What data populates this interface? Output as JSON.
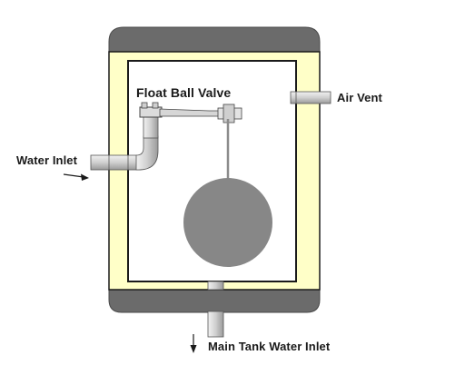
{
  "labels": {
    "float_ball_valve": "Float Ball Valve",
    "air_vent": "Air Vent",
    "water_inlet": "Water Inlet",
    "main_tank_water_inlet": "Main Tank Water Inlet"
  },
  "colors": {
    "cap": "#6b6b6b",
    "insulation": "#ffffc8",
    "outline": "#1a1a1a",
    "pipe": "#d9d9d9",
    "float_ball": "#878787",
    "rod": "#8c8c8c"
  }
}
